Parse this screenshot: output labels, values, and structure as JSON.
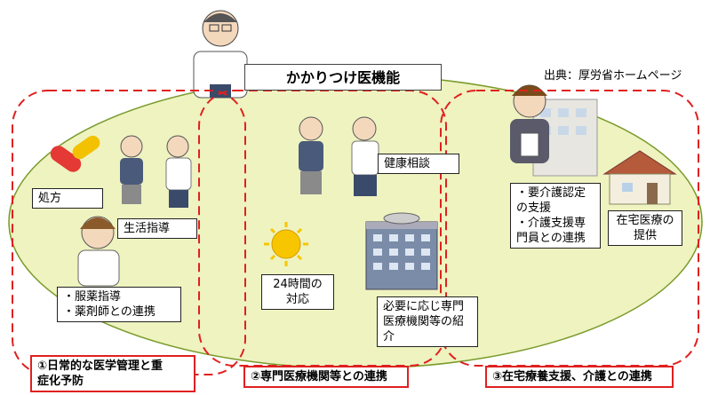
{
  "title": "かかりつけ医機能",
  "source": "出典：厚労省ホームページ",
  "labels": {
    "prescription": "処方",
    "lifestyle": "生活指導",
    "medication": "・服薬指導\n・薬剤師との連携",
    "health_consult": "健康相談",
    "hours24": "24時間の\n対応",
    "referral": "必要に応じ専門\n医療機関等の紹\n介",
    "care_cert": "・要介護認定\nの支援\n・介護支援専\n門員との連携",
    "home_care": "在宅医療の\n提供"
  },
  "sections": {
    "s1": "①日常的な医学管理と重\n症化予防",
    "s2": "②専門医療機関等との連携",
    "s3": "③在宅療養支援、介護との連携"
  },
  "colors": {
    "ellipse_fill": "#eef3c0",
    "dashed": "#e02020"
  }
}
